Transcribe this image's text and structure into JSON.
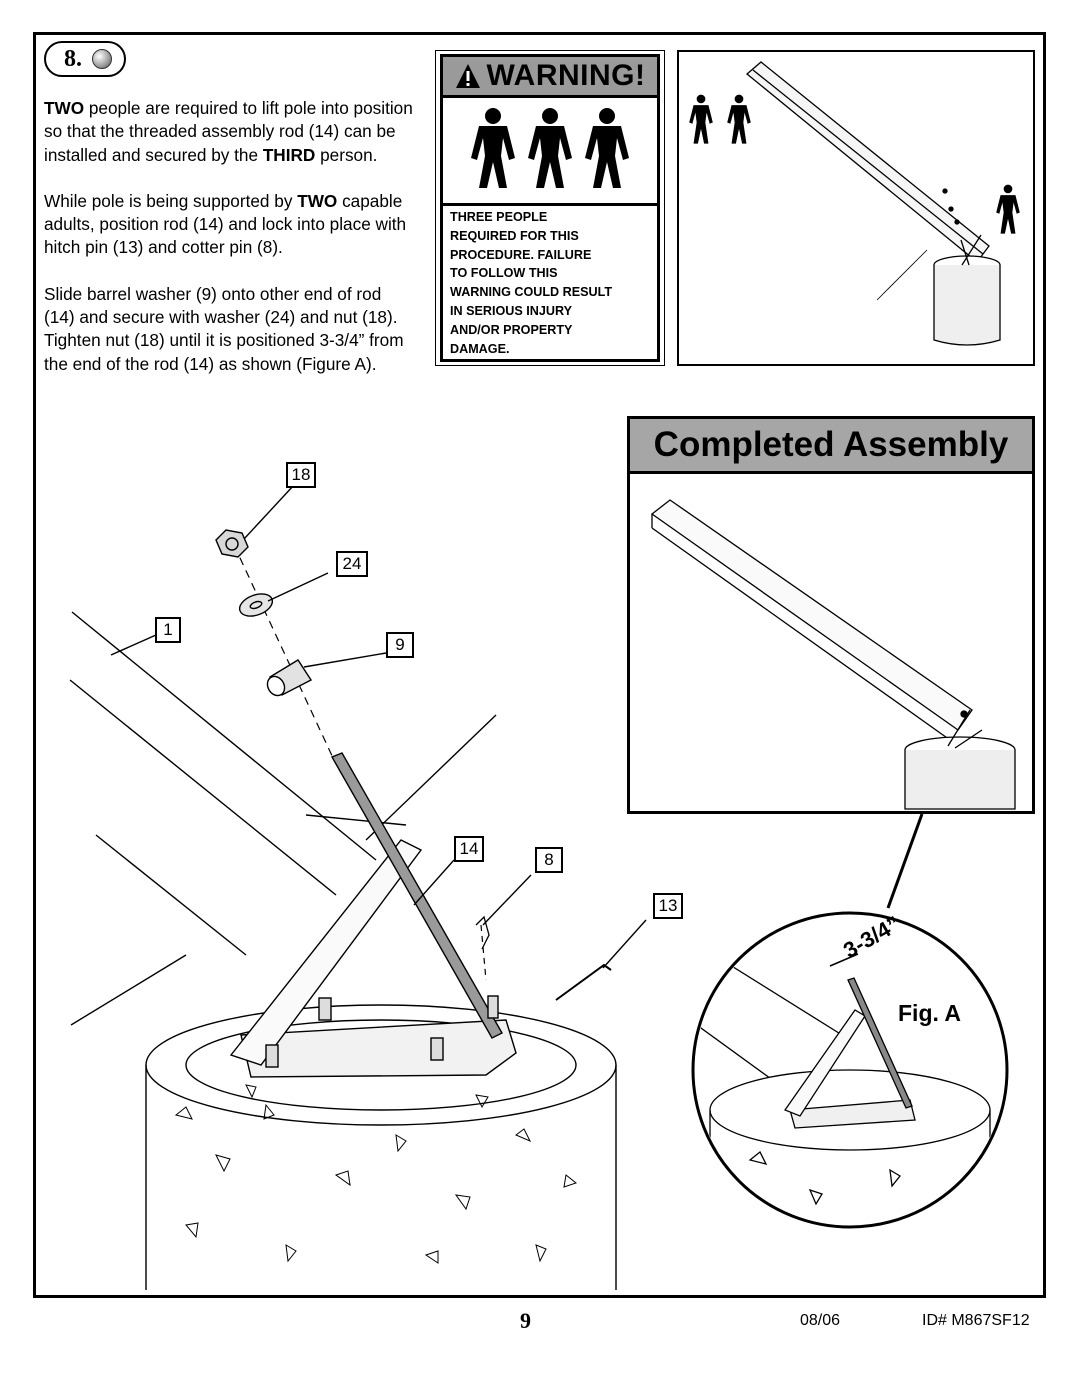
{
  "step": {
    "number": "8."
  },
  "instructions": {
    "p1_bold_start": "TWO",
    "p1_rest": " people are required to lift pole into position so that the threaded assembly rod (14) can be installed and secured by the ",
    "p1_bold_end": "THIRD",
    "p1_tail": " person.",
    "p2_start": "While pole is being supported by ",
    "p2_bold": "TWO",
    "p2_rest": " capable adults, position rod (14) and lock into place with hitch pin (13) and cotter pin (8).",
    "p3": "Slide barrel washer (9) onto other end of rod (14) and secure with washer (24) and nut (18). Tighten nut (18) until it is positioned 3-3/4” from the end of the rod (14) as shown (Figure A)."
  },
  "warning": {
    "title": "WARNING!",
    "message_lines": [
      "THREE  PEOPLE",
      "REQUIRED FOR THIS",
      "PROCEDURE.  FAILURE",
      "TO FOLLOW THIS",
      "WARNING COULD RESULT",
      "IN SERIOUS INJURY",
      "AND/OR PROPERTY",
      "DAMAGE."
    ]
  },
  "completed_assembly": {
    "title": "Completed Assembly"
  },
  "callouts": {
    "c18": "18",
    "c24": "24",
    "c1": "1",
    "c9": "9",
    "c14": "14",
    "c8": "8",
    "c13": "13"
  },
  "figure": {
    "label": "Fig. A",
    "dimension": "3-3/4”"
  },
  "footer": {
    "page": "9",
    "date": "08/06",
    "id": "ID#  M867SF12"
  }
}
